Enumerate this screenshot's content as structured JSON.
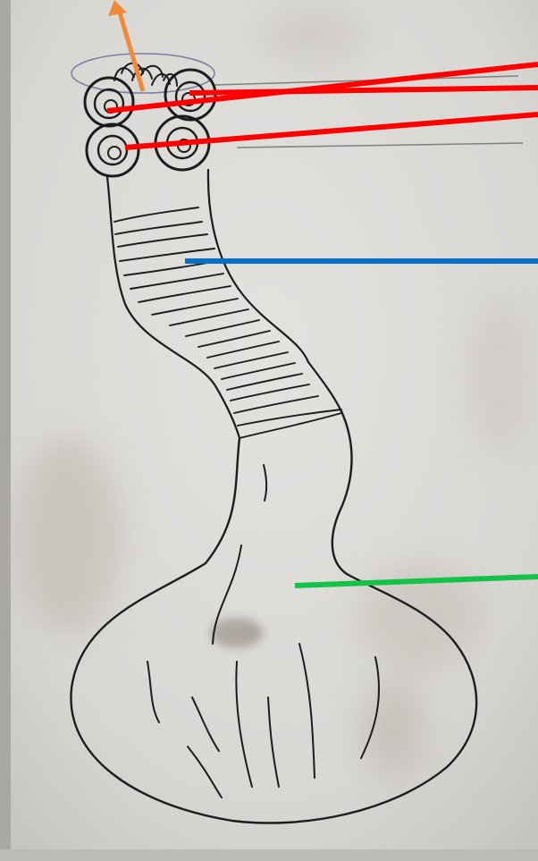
{
  "diagram": {
    "subject": "",
    "colors": {
      "paper": "#dedcd9",
      "ink": "#1c1c1c",
      "pointer_red": "#ff0000",
      "pointer_blue": "#0a6ecd",
      "pointer_green": "#14c24a",
      "arrow_orange": "#f08a3a",
      "stain": "#8f877c"
    },
    "parts": [
      {
        "id": "scolex",
        "label": ""
      },
      {
        "id": "suckers",
        "label": ""
      },
      {
        "id": "rostellum",
        "label": ""
      },
      {
        "id": "neck",
        "label": ""
      },
      {
        "id": "proglottid",
        "label": ""
      }
    ]
  }
}
